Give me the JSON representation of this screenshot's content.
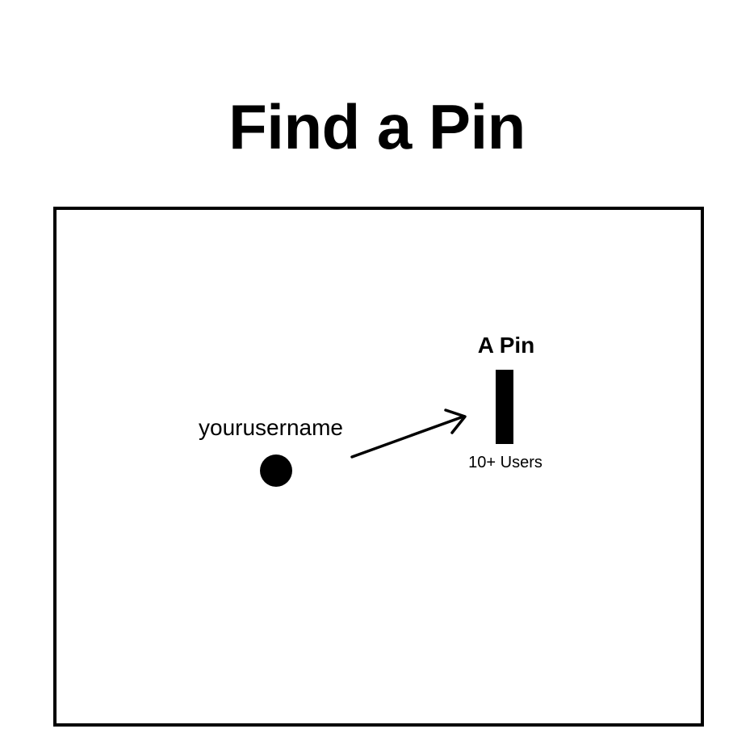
{
  "header": {
    "title": "Find a Pin"
  },
  "map": {
    "user": {
      "username": "yourusername",
      "marker_icon": "user-location-dot-icon"
    },
    "direction_icon": "arrow-right-icon",
    "pin": {
      "title": "A Pin",
      "users_label": "10+ Users",
      "marker_icon": "pin-bar-icon"
    }
  }
}
